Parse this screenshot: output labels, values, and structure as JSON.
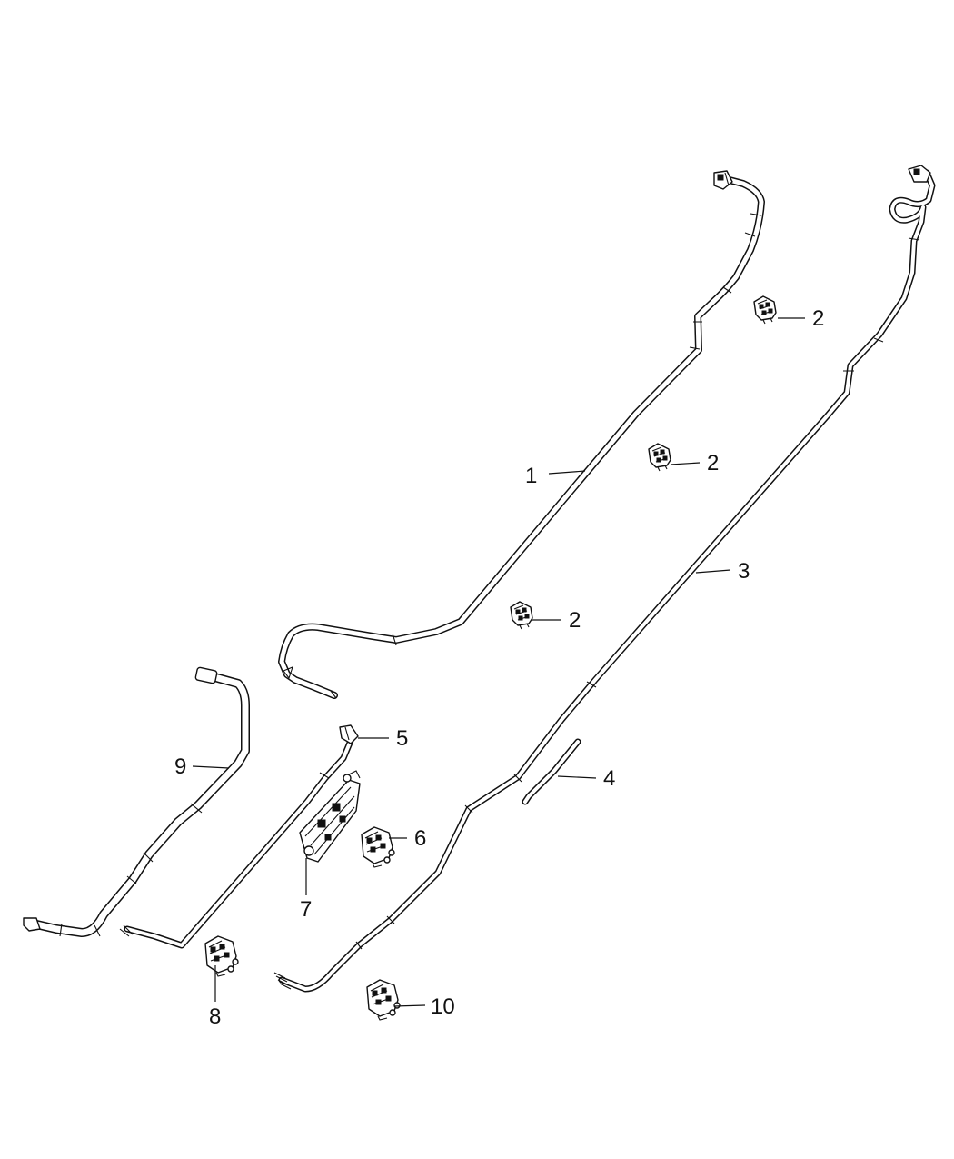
{
  "diagram": {
    "callouts": [
      {
        "id": "c1",
        "label": "1"
      },
      {
        "id": "c2a",
        "label": "2"
      },
      {
        "id": "c2b",
        "label": "2"
      },
      {
        "id": "c2c",
        "label": "2"
      },
      {
        "id": "c3",
        "label": "3"
      },
      {
        "id": "c4",
        "label": "4"
      },
      {
        "id": "c5",
        "label": "5"
      },
      {
        "id": "c6",
        "label": "6"
      },
      {
        "id": "c7",
        "label": "7"
      },
      {
        "id": "c8",
        "label": "8"
      },
      {
        "id": "c9",
        "label": "9"
      },
      {
        "id": "c10",
        "label": "10"
      }
    ],
    "parts": [
      {
        "callout": "1",
        "icon": "brake-tube-icon"
      },
      {
        "callout": "2",
        "icon": "tube-clip-icon"
      },
      {
        "callout": "3",
        "icon": "brake-tube-icon"
      },
      {
        "callout": "4",
        "icon": "short-tube-icon"
      },
      {
        "callout": "5",
        "icon": "tube-fitting-icon"
      },
      {
        "callout": "6",
        "icon": "tube-clip-icon"
      },
      {
        "callout": "7",
        "icon": "bracket-icon"
      },
      {
        "callout": "8",
        "icon": "tube-clip-icon"
      },
      {
        "callout": "9",
        "icon": "hose-tube-icon"
      },
      {
        "callout": "10",
        "icon": "tube-clip-icon"
      }
    ],
    "colors": {
      "line": "#111111",
      "background": "#ffffff"
    }
  }
}
